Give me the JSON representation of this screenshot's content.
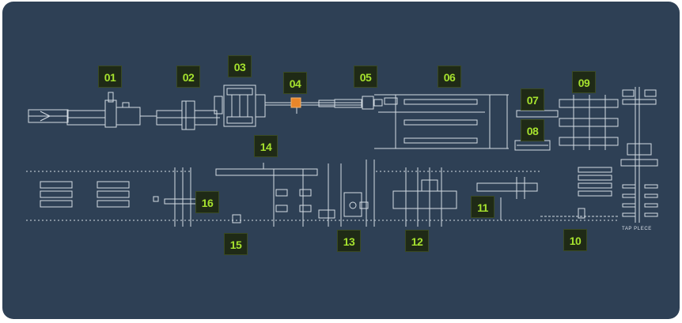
{
  "colors": {
    "background": "#2e4055",
    "line": "#e6edf3",
    "label_fill": "#1f2a16",
    "label_text": "#a6e22e",
    "highlight": "#e8862a"
  },
  "station_labels": {
    "s01": "01",
    "s02": "02",
    "s03": "03",
    "s04": "04",
    "s05": "05",
    "s06": "06",
    "s07": "07",
    "s08": "08",
    "s09": "09",
    "s10": "10",
    "s11": "11",
    "s12": "12",
    "s13": "13",
    "s14": "14",
    "s15": "15",
    "s16": "16"
  },
  "caption": "TAP PLECE"
}
